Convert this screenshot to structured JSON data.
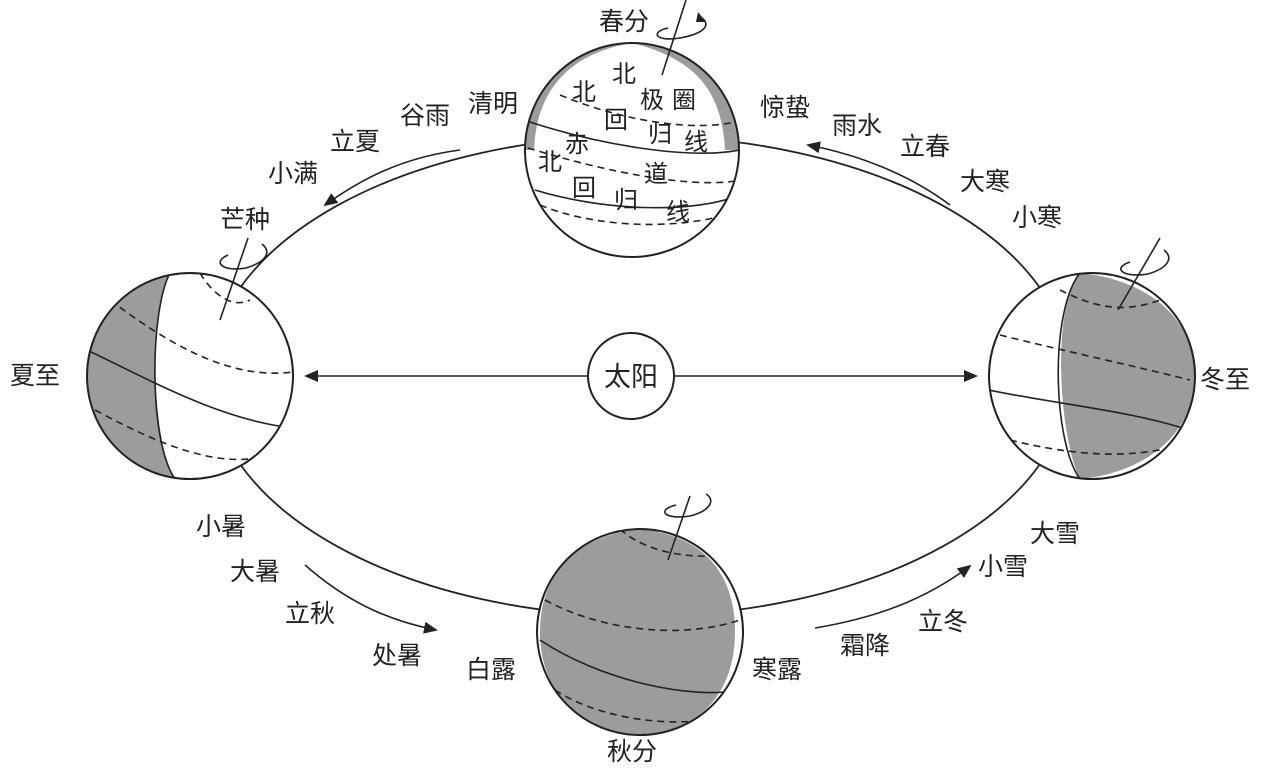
{
  "sun": {
    "label": "太阳"
  },
  "positions": {
    "spring": "春分",
    "summer": "夏至",
    "autumn": "秋分",
    "winter": "冬至"
  },
  "globe_labels": {
    "north_char": "北",
    "polar_circle": [
      "北",
      "极",
      "圈"
    ],
    "tropic_cancer": [
      "回",
      "归",
      "线"
    ],
    "equator": [
      "赤",
      "道"
    ],
    "tropic_capricorn": [
      "北",
      "回",
      "归",
      "线"
    ]
  },
  "solar_terms": {
    "spring_left": [
      "清明",
      "谷雨",
      "立夏",
      "小满"
    ],
    "summer_top": "芒种",
    "spring_right": [
      "惊蛰",
      "雨水",
      "立春",
      "大寒",
      "小寒"
    ],
    "summer_bottom": [
      "小暑",
      "大暑",
      "立秋",
      "处暑"
    ],
    "autumn_left": "白露",
    "autumn_right": [
      "寒露",
      "霜降",
      "立冬",
      "小雪",
      "大雪"
    ]
  }
}
